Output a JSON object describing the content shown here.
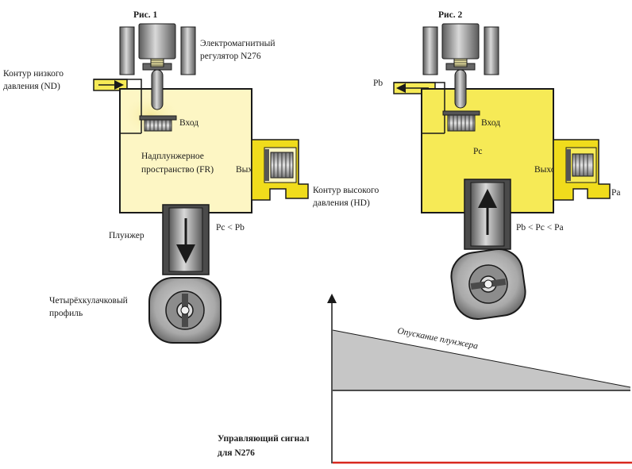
{
  "colors": {
    "pale_yellow": "#fdf6c4",
    "bright_yellow": "#f6ea56",
    "dark_yellow": "#f0dc1c",
    "metal_light": "#c8c8c8",
    "metal_dark": "#4a4a4a",
    "signal_red": "#d8281e",
    "ramp_fill": "#c6c6c6"
  },
  "fig1": {
    "title": "Рис. 1",
    "solenoid_label": [
      "Электромагнитный",
      "регулятор N276"
    ],
    "low_pressure_label": [
      "Контур низкого",
      "давления  (ND)"
    ],
    "inlet_label": "Вход",
    "chamber_label": [
      "Надплунжерное",
      "пространство (FR)"
    ],
    "outlet_label": "Выход",
    "high_pressure_label": [
      "Контур высокого",
      "давления (HD)"
    ],
    "plunger_label": "Плунжер",
    "pressure_relation": "Pc < Pb",
    "cam_label": [
      "Четырёхкулачковый",
      "профиль"
    ]
  },
  "fig2": {
    "title": "Рис. 2",
    "pb_label": "Pb",
    "inlet_label": "Вход",
    "pc_label": "Pc",
    "outlet_label": "Выход",
    "pa_label": "Pa",
    "pressure_relation": "Pb < Pc < Pa"
  },
  "graph": {
    "ramp_label": "Опускание плунжера",
    "signal_label": [
      "Управляющий сигнал",
      "для N276"
    ]
  }
}
